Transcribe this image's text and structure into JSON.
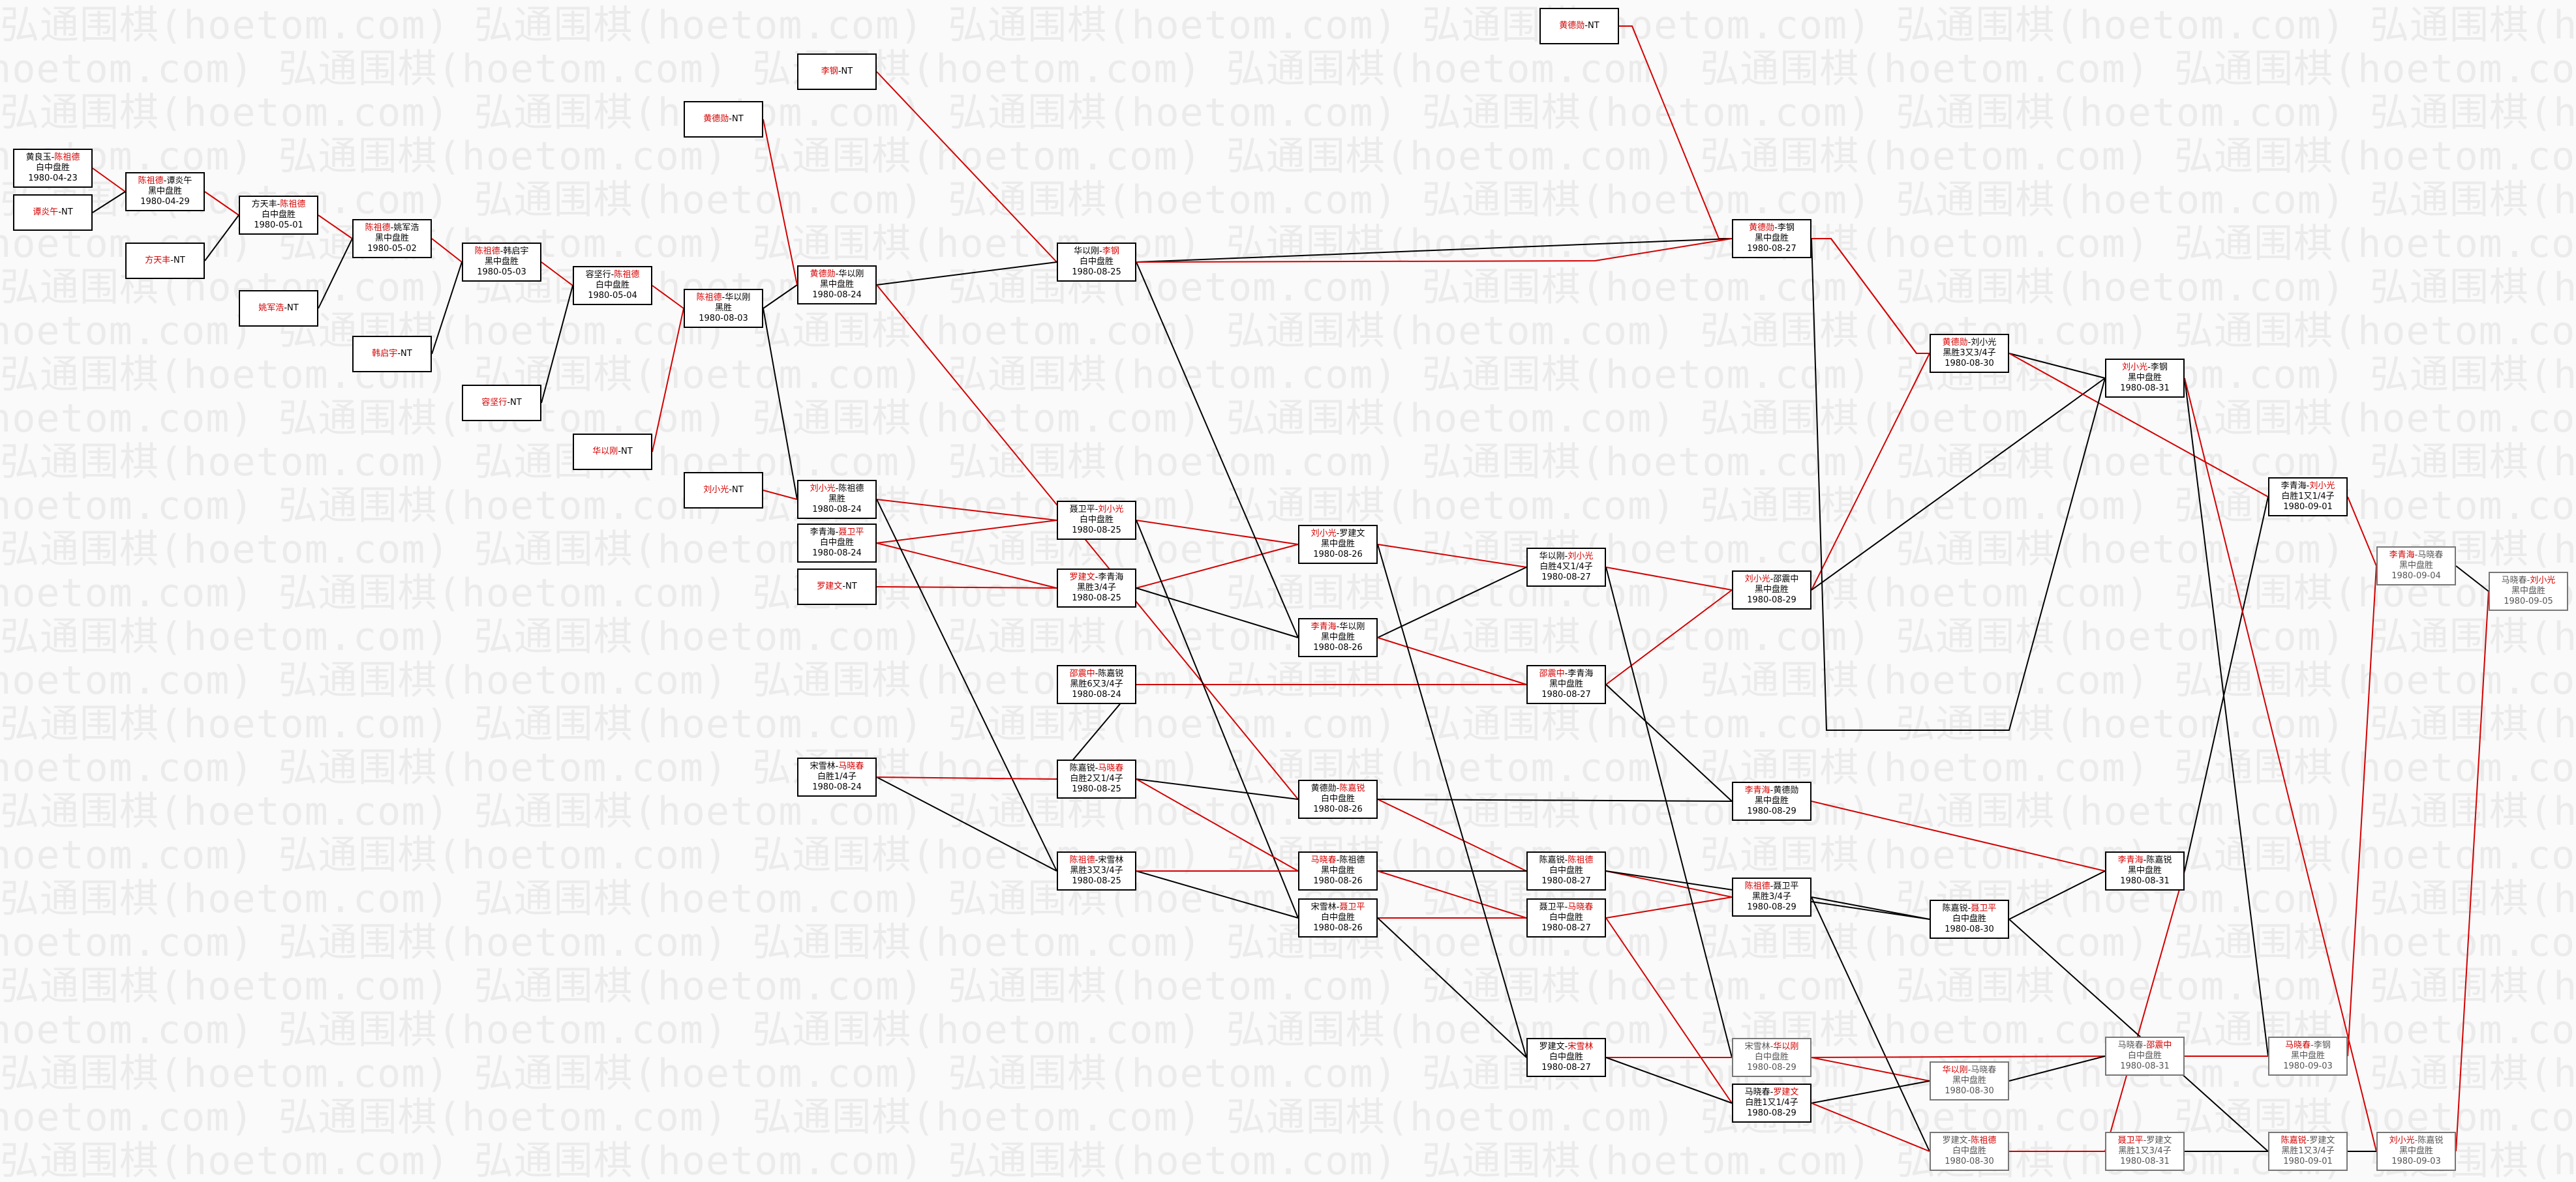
{
  "watermark": "弘通围棋(hoetom.com)",
  "colors": {
    "win_line": "#d40000",
    "loss_line": "#000000",
    "winner_text": "#d40000"
  },
  "nodes": [
    {
      "id": "n1",
      "p1": "黄良玉",
      "p2": "陈祖德",
      "winner": 2,
      "result": "白中盘胜",
      "date": "1980-04-23"
    },
    {
      "id": "n2",
      "p1": "谭炎午",
      "p2": "NT",
      "winner": 1
    },
    {
      "id": "n3",
      "p1": "陈祖德",
      "p2": "谭炎午",
      "winner": 1,
      "result": "黑中盘胜",
      "date": "1980-04-29"
    },
    {
      "id": "n4",
      "p1": "方天丰",
      "p2": "NT",
      "winner": 1
    },
    {
      "id": "n5",
      "p1": "方天丰",
      "p2": "陈祖德",
      "winner": 2,
      "result": "白中盘胜",
      "date": "1980-05-01"
    },
    {
      "id": "n6",
      "p1": "姚军浩",
      "p2": "NT",
      "winner": 1
    },
    {
      "id": "n7",
      "p1": "陈祖德",
      "p2": "姚军浩",
      "winner": 1,
      "result": "黑中盘胜",
      "date": "1980-05-02"
    },
    {
      "id": "n8",
      "p1": "韩启宇",
      "p2": "NT",
      "winner": 1
    },
    {
      "id": "n9",
      "p1": "陈祖德",
      "p2": "韩启宇",
      "winner": 1,
      "result": "黑中盘胜",
      "date": "1980-05-03"
    },
    {
      "id": "n10",
      "p1": "容坚行",
      "p2": "NT",
      "winner": 1
    },
    {
      "id": "n11",
      "p1": "容坚行",
      "p2": "陈祖德",
      "winner": 2,
      "result": "白中盘胜",
      "date": "1980-05-04"
    },
    {
      "id": "n12",
      "p1": "华以刚",
      "p2": "NT",
      "winner": 1
    },
    {
      "id": "n13",
      "p1": "陈祖德",
      "p2": "华以刚",
      "winner": 1,
      "result": "黑胜",
      "date": "1980-08-03"
    },
    {
      "id": "n14",
      "p1": "黄德勋",
      "p2": "NT",
      "winner": 1
    },
    {
      "id": "n15",
      "p1": "李钢",
      "p2": "NT",
      "winner": 1
    },
    {
      "id": "n16",
      "p1": "黄德勋",
      "p2": "NT",
      "winner": 1
    },
    {
      "id": "n17",
      "p1": "黄德勋",
      "p2": "华以刚",
      "winner": 1,
      "result": "黑中盘胜",
      "date": "1980-08-24"
    },
    {
      "id": "n18",
      "p1": "刘小光",
      "p2": "NT",
      "winner": 1
    },
    {
      "id": "n19",
      "p1": "刘小光",
      "p2": "陈祖德",
      "winner": 1,
      "result": "黑胜",
      "date": "1980-08-24"
    },
    {
      "id": "n20",
      "p1": "李青海",
      "p2": "聂卫平",
      "winner": 2,
      "result": "白中盘胜",
      "date": "1980-08-24"
    },
    {
      "id": "n21",
      "p1": "罗建文",
      "p2": "NT",
      "winner": 1
    },
    {
      "id": "n22",
      "p1": "宋雪林",
      "p2": "马晓春",
      "winner": 2,
      "result": "白胜1/4子",
      "date": "1980-08-24"
    },
    {
      "id": "n23",
      "p1": "华以刚",
      "p2": "李钢",
      "winner": 2,
      "result": "白中盘胜",
      "date": "1980-08-25"
    },
    {
      "id": "n24",
      "p1": "聂卫平",
      "p2": "刘小光",
      "winner": 2,
      "result": "白中盘胜",
      "date": "1980-08-25"
    },
    {
      "id": "n25",
      "p1": "罗建文",
      "p2": "李青海",
      "winner": 1,
      "result": "黑胜3/4子",
      "date": "1980-08-25"
    },
    {
      "id": "n26",
      "p1": "邵震中",
      "p2": "陈嘉锐",
      "winner": 1,
      "result": "黑胜6又3/4子",
      "date": "1980-08-24"
    },
    {
      "id": "n27",
      "p1": "陈嘉锐",
      "p2": "马晓春",
      "winner": 2,
      "result": "白胜2又1/4子",
      "date": "1980-08-25"
    },
    {
      "id": "n28",
      "p1": "陈祖德",
      "p2": "宋雪林",
      "winner": 1,
      "result": "黑胜3又3/4子",
      "date": "1980-08-25"
    },
    {
      "id": "n29",
      "p1": "刘小光",
      "p2": "罗建文",
      "winner": 1,
      "result": "黑中盘胜",
      "date": "1980-08-26"
    },
    {
      "id": "n30",
      "p1": "李青海",
      "p2": "华以刚",
      "winner": 1,
      "result": "黑中盘胜",
      "date": "1980-08-26"
    },
    {
      "id": "n31",
      "p1": "黄德勋",
      "p2": "陈嘉锐",
      "winner": 2,
      "result": "白中盘胜",
      "date": "1980-08-26"
    },
    {
      "id": "n32",
      "p1": "马晓春",
      "p2": "陈祖德",
      "winner": 1,
      "result": "黑中盘胜",
      "date": "1980-08-26"
    },
    {
      "id": "n33",
      "p1": "宋雪林",
      "p2": "聂卫平",
      "winner": 2,
      "result": "白中盘胜",
      "date": "1980-08-26"
    },
    {
      "id": "n34",
      "p1": "华以刚",
      "p2": "刘小光",
      "winner": 2,
      "result": "白胜4又1/4子",
      "date": "1980-08-27"
    },
    {
      "id": "n35",
      "p1": "邵震中",
      "p2": "李青海",
      "winner": 1,
      "result": "黑中盘胜",
      "date": "1980-08-27"
    },
    {
      "id": "n36",
      "p1": "陈嘉锐",
      "p2": "陈祖德",
      "winner": 2,
      "result": "白中盘胜",
      "date": "1980-08-27"
    },
    {
      "id": "n37",
      "p1": "聂卫平",
      "p2": "马晓春",
      "winner": 2,
      "result": "白中盘胜",
      "date": "1980-08-27"
    },
    {
      "id": "n38",
      "p1": "罗建文",
      "p2": "宋雪林",
      "winner": 2,
      "result": "白中盘胜",
      "date": "1980-08-27"
    },
    {
      "id": "n39",
      "p1": "黄德勋",
      "p2": "NT",
      "winner": 1
    },
    {
      "id": "n40",
      "p1": "黄德勋",
      "p2": "李钢",
      "winner": 1,
      "result": "黑中盘胜",
      "date": "1980-08-27"
    },
    {
      "id": "n41",
      "p1": "刘小光",
      "p2": "邵震中",
      "winner": 1,
      "result": "黑中盘胜",
      "date": "1980-08-29"
    },
    {
      "id": "n42",
      "p1": "李青海",
      "p2": "黄德勋",
      "winner": 1,
      "result": "黑中盘胜",
      "date": "1980-08-29"
    },
    {
      "id": "n43",
      "p1": "陈祖德",
      "p2": "聂卫平",
      "winner": 1,
      "result": "黑胜3/4子",
      "date": "1980-08-29"
    },
    {
      "id": "n44",
      "p1": "宋雪林",
      "p2": "华以刚",
      "winner": 2,
      "result": "白中盘胜",
      "date": "1980-08-29",
      "dim": true
    },
    {
      "id": "n45",
      "p1": "马晓春",
      "p2": "罗建文",
      "winner": 2,
      "result": "白胜1又1/4子",
      "date": "1980-08-29"
    },
    {
      "id": "n46",
      "p1": "黄德勋",
      "p2": "刘小光",
      "winner": 1,
      "result": "黑胜3又3/4子",
      "date": "1980-08-30"
    },
    {
      "id": "n47",
      "p1": "陈嘉锐",
      "p2": "聂卫平",
      "winner": 2,
      "result": "白中盘胜",
      "date": "1980-08-30"
    },
    {
      "id": "n48",
      "p1": "华以刚",
      "p2": "马晓春",
      "winner": 1,
      "result": "黑中盘胜",
      "date": "1980-08-30",
      "dim": true
    },
    {
      "id": "n49",
      "p1": "罗建文",
      "p2": "陈祖德",
      "winner": 2,
      "result": "白中盘胜",
      "date": "1980-08-30",
      "dim": true
    },
    {
      "id": "n50",
      "p1": "刘小光",
      "p2": "李钢",
      "winner": 1,
      "result": "黑中盘胜",
      "date": "1980-08-31"
    },
    {
      "id": "n51",
      "p1": "李青海",
      "p2": "陈嘉锐",
      "winner": 1,
      "result": "黑中盘胜",
      "date": "1980-08-31"
    },
    {
      "id": "n52",
      "p1": "马晓春",
      "p2": "邵震中",
      "winner": 2,
      "result": "白中盘胜",
      "date": "1980-08-31",
      "dim": true
    },
    {
      "id": "n53",
      "p1": "聂卫平",
      "p2": "罗建文",
      "winner": 1,
      "result": "黑胜1又3/4子",
      "date": "1980-08-31",
      "dim": true
    },
    {
      "id": "n54",
      "p1": "李青海",
      "p2": "刘小光",
      "winner": 2,
      "result": "白胜1又1/4子",
      "date": "1980-09-01"
    },
    {
      "id": "n55",
      "p1": "马晓春",
      "p2": "李钢",
      "winner": 1,
      "result": "黑中盘胜",
      "date": "1980-09-03",
      "dim": true
    },
    {
      "id": "n56",
      "p1": "陈嘉锐",
      "p2": "罗建文",
      "winner": 1,
      "result": "黑胜1又3/4子",
      "date": "1980-09-01",
      "dim": true
    },
    {
      "id": "n57",
      "p1": "李青海",
      "p2": "马晓春",
      "winner": 1,
      "result": "黑中盘胜",
      "date": "1980-09-04",
      "dim": true
    },
    {
      "id": "n58",
      "p1": "刘小光",
      "p2": "陈嘉锐",
      "winner": 1,
      "result": "黑中盘胜",
      "date": "1980-09-03",
      "dim": true
    },
    {
      "id": "n59",
      "p1": "马晓春",
      "p2": "刘小光",
      "winner": 2,
      "result": "黑中盘胜",
      "date": "1980-09-05",
      "dim": true
    }
  ],
  "edges": [
    [
      "n1",
      "n3",
      "w"
    ],
    [
      "n2",
      "n3",
      "l"
    ],
    [
      "n3",
      "n5",
      "w"
    ],
    [
      "n4",
      "n5",
      "l"
    ],
    [
      "n5",
      "n7",
      "w"
    ],
    [
      "n6",
      "n7",
      "l"
    ],
    [
      "n7",
      "n9",
      "w"
    ],
    [
      "n8",
      "n9",
      "l"
    ],
    [
      "n9",
      "n11",
      "w"
    ],
    [
      "n10",
      "n11",
      "l"
    ],
    [
      "n11",
      "n13",
      "w"
    ],
    [
      "n12",
      "n13",
      "w"
    ],
    [
      "n13",
      "n17",
      "l"
    ],
    [
      "n14",
      "n17",
      "w"
    ],
    [
      "n13",
      "n19",
      "l"
    ],
    [
      "n18",
      "n19",
      "w"
    ],
    [
      "n15",
      "n23",
      "w"
    ],
    [
      "n17",
      "n23",
      "l"
    ],
    [
      "n16",
      "n40",
      "w"
    ],
    [
      "n23",
      "n40",
      "l"
    ],
    [
      "n19",
      "n24",
      "w"
    ],
    [
      "n20",
      "n24",
      "w"
    ],
    [
      "n20",
      "n25",
      "w"
    ],
    [
      "n21",
      "n25",
      "w"
    ],
    [
      "n19",
      "n28",
      "l"
    ],
    [
      "n22",
      "n28",
      "l"
    ],
    [
      "n22",
      "n27",
      "w"
    ],
    [
      "n26",
      "n27",
      "l"
    ],
    [
      "n26",
      "n35",
      "w"
    ],
    [
      "n17",
      "n31",
      "w"
    ],
    [
      "n27",
      "n31",
      "l"
    ],
    [
      "n24",
      "n29",
      "w"
    ],
    [
      "n25",
      "n29",
      "w"
    ],
    [
      "n23",
      "n30",
      "l"
    ],
    [
      "n25",
      "n30",
      "l"
    ],
    [
      "n24",
      "n33",
      "l"
    ],
    [
      "n28",
      "n33",
      "l"
    ],
    [
      "n27",
      "n32",
      "w"
    ],
    [
      "n28",
      "n32",
      "w"
    ],
    [
      "n29",
      "n34",
      "w"
    ],
    [
      "n30",
      "n34",
      "l"
    ],
    [
      "n30",
      "n35",
      "w"
    ],
    [
      "n31",
      "n36",
      "w"
    ],
    [
      "n32",
      "n36",
      "l"
    ],
    [
      "n32",
      "n37",
      "w"
    ],
    [
      "n33",
      "n37",
      "w"
    ],
    [
      "n29",
      "n38",
      "l"
    ],
    [
      "n33",
      "n38",
      "l"
    ],
    [
      "n34",
      "n41",
      "w"
    ],
    [
      "n35",
      "n41",
      "w"
    ],
    [
      "n31",
      "n42",
      "l"
    ],
    [
      "n35",
      "n42",
      "l"
    ],
    [
      "n36",
      "n43",
      "w"
    ],
    [
      "n37",
      "n43",
      "w"
    ],
    [
      "n34",
      "n44",
      "l"
    ],
    [
      "n38",
      "n44",
      "w"
    ],
    [
      "n37",
      "n45",
      "w"
    ],
    [
      "n38",
      "n45",
      "l"
    ],
    [
      "n40",
      "n46",
      "w"
    ],
    [
      "n41",
      "n46",
      "w"
    ],
    [
      "n36",
      "n47",
      "l"
    ],
    [
      "n43",
      "n47",
      "l"
    ],
    [
      "n44",
      "n48",
      "w"
    ],
    [
      "n45",
      "n48",
      "l"
    ],
    [
      "n43",
      "n49",
      "l"
    ],
    [
      "n45",
      "n49",
      "w"
    ],
    [
      "n41",
      "n50",
      "l"
    ],
    [
      "n46",
      "n50",
      "l"
    ],
    [
      "n42",
      "n51",
      "w"
    ],
    [
      "n47",
      "n51",
      "l"
    ],
    [
      "n44",
      "n52",
      "w"
    ],
    [
      "n48",
      "n52",
      "l"
    ],
    [
      "n49",
      "n53",
      "w"
    ],
    [
      "n51",
      "n53",
      "w"
    ],
    [
      "n46",
      "n54",
      "w"
    ],
    [
      "n51",
      "n54",
      "l"
    ],
    [
      "n50",
      "n55",
      "l"
    ],
    [
      "n52",
      "n55",
      "w"
    ],
    [
      "n47",
      "n56",
      "l"
    ],
    [
      "n53",
      "n56",
      "l"
    ],
    [
      "n54",
      "n57",
      "w"
    ],
    [
      "n55",
      "n57",
      "w"
    ],
    [
      "n50",
      "n58",
      "w"
    ],
    [
      "n56",
      "n58",
      "l"
    ],
    [
      "n57",
      "n59",
      "l"
    ],
    [
      "n58",
      "n59",
      "w"
    ],
    [
      "n40",
      "n46",
      "w2"
    ]
  ]
}
